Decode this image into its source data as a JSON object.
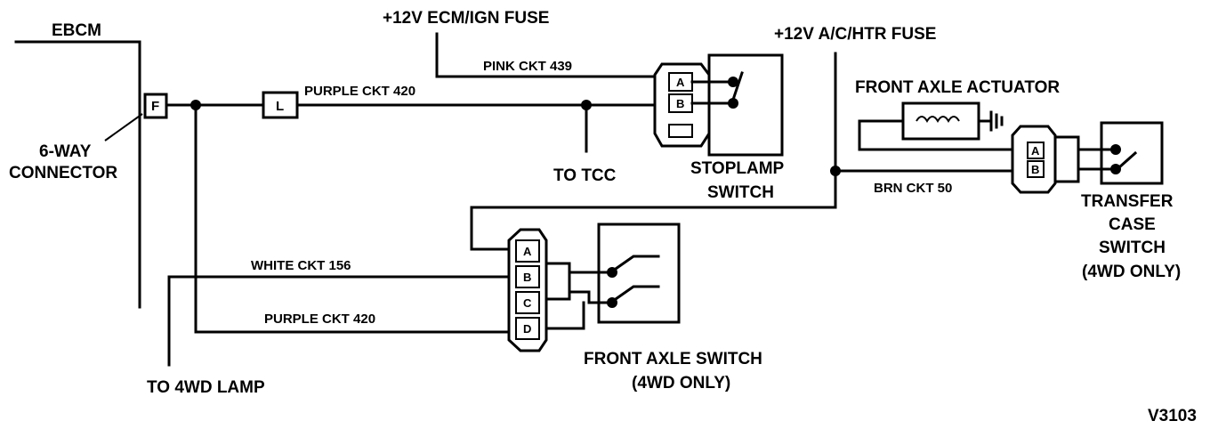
{
  "labels": {
    "ebcm": "EBCM",
    "six_way_line1": "6-WAY",
    "six_way_line2": "CONNECTOR",
    "pin_f": "F",
    "pin_l": "L",
    "ecm_fuse": "+12V ECM/IGN FUSE",
    "ac_fuse": "+12V A/C/HTR FUSE",
    "pink_ckt": "PINK CKT 439",
    "purple_ckt_top": "PURPLE CKT 420",
    "to_tcc": "TO TCC",
    "stoplamp_line1": "STOPLAMP",
    "stoplamp_line2": "SWITCH",
    "front_axle_actuator": "FRONT AXLE ACTUATOR",
    "brn_ckt": "BRN CKT 50",
    "transfer_line1": "TRANSFER",
    "transfer_line2": "CASE",
    "transfer_line3": "SWITCH",
    "transfer_line4": "(4WD ONLY)",
    "white_ckt": "WHITE CKT 156",
    "purple_ckt_bottom": "PURPLE CKT 420",
    "front_axle_switch_line1": "FRONT AXLE SWITCH",
    "front_axle_switch_line2": "(4WD ONLY)",
    "to_4wd_lamp": "TO 4WD LAMP",
    "figure_code": "V3103"
  },
  "connector_pins": {
    "stoplamp": [
      "A",
      "B"
    ],
    "transfer": [
      "A",
      "B"
    ],
    "front_axle": [
      "A",
      "B",
      "C",
      "D"
    ]
  }
}
